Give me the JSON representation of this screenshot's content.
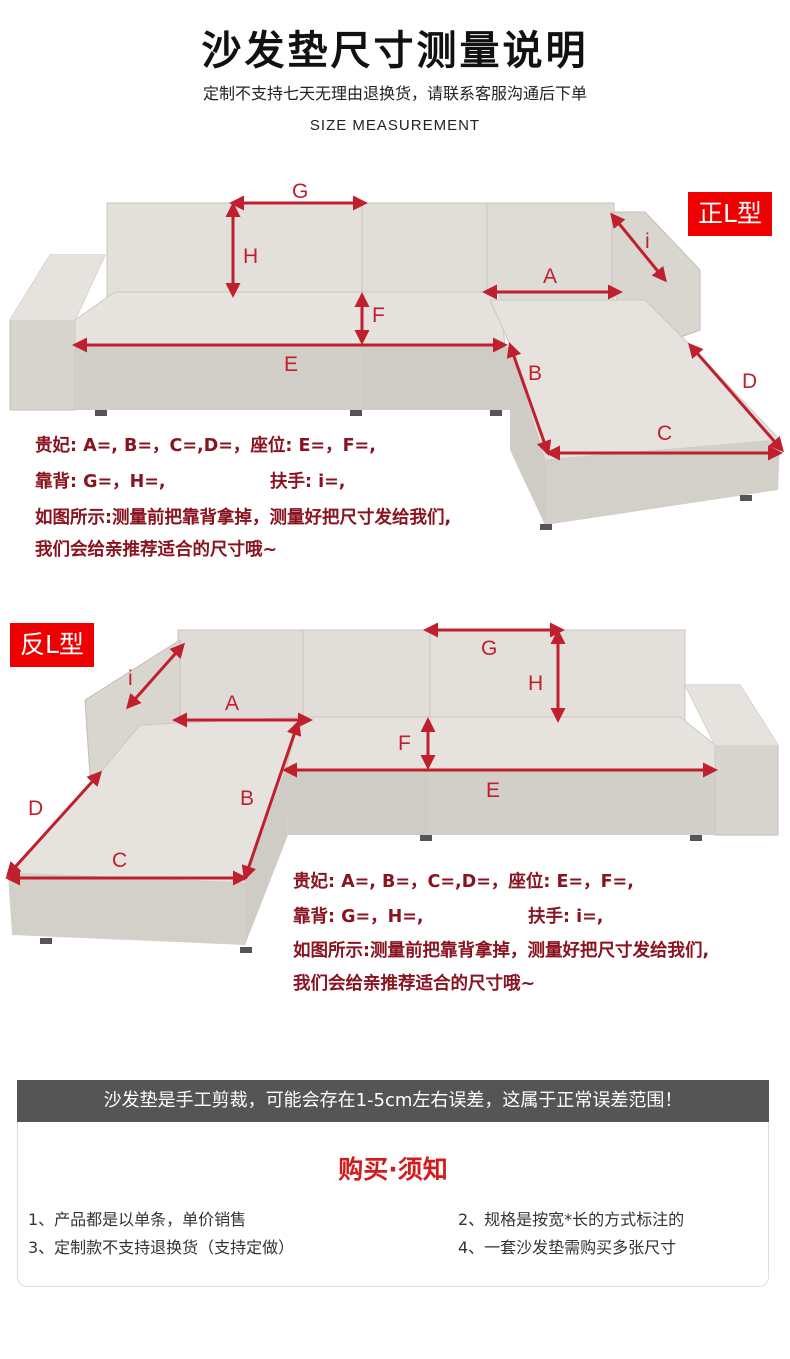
{
  "header": {
    "title": "沙发垫尺寸测量说明",
    "subtitle": "定制不支持七天无理由退换货，请联系客服沟通后下单",
    "en_title": "SIZE MEASUREMENT"
  },
  "sections": [
    {
      "type_label": "正L型",
      "dimension_labels": [
        "G",
        "H",
        "F",
        "E",
        "A",
        "i",
        "B",
        "C",
        "D"
      ],
      "note_lines": [
        "贵妃: A=, B=，C=,D=，座位: E=，F=,",
        "靠背: G=，H=,",
        "扶手: i=,",
        "如图所示:测量前把靠背拿掉，测量好把尺寸发给我们,",
        "我们会给亲推荐适合的尺寸哦~"
      ]
    },
    {
      "type_label": "反L型",
      "dimension_labels": [
        "G",
        "H",
        "F",
        "E",
        "A",
        "i",
        "B",
        "C",
        "D"
      ],
      "note_lines": [
        "贵妃: A=, B=，C=,D=，座位: E=，F=,",
        "靠背: G=，H=,",
        "扶手: i=,",
        "如图所示:测量前把靠背拿掉，测量好把尺寸发给我们,",
        "我们会给亲推荐适合的尺寸哦~"
      ]
    }
  ],
  "banner": "沙发垫是手工剪裁，可能会存在1-5cm左右误差，这属于正常误差范围！",
  "notice": {
    "title": "购买·须知",
    "items": [
      "1、产品都是以单条，单价销售",
      "2、规格是按宽*长的方式标注的",
      "3、定制款不支持退换货（支持定做）",
      "4、一套沙发垫需购买多张尺寸"
    ]
  },
  "colors": {
    "accent_red": "#e00000",
    "dimension_red": "#c0202e",
    "banner_gray": "#555555",
    "sofa_fabric": "#dcd8d2"
  }
}
